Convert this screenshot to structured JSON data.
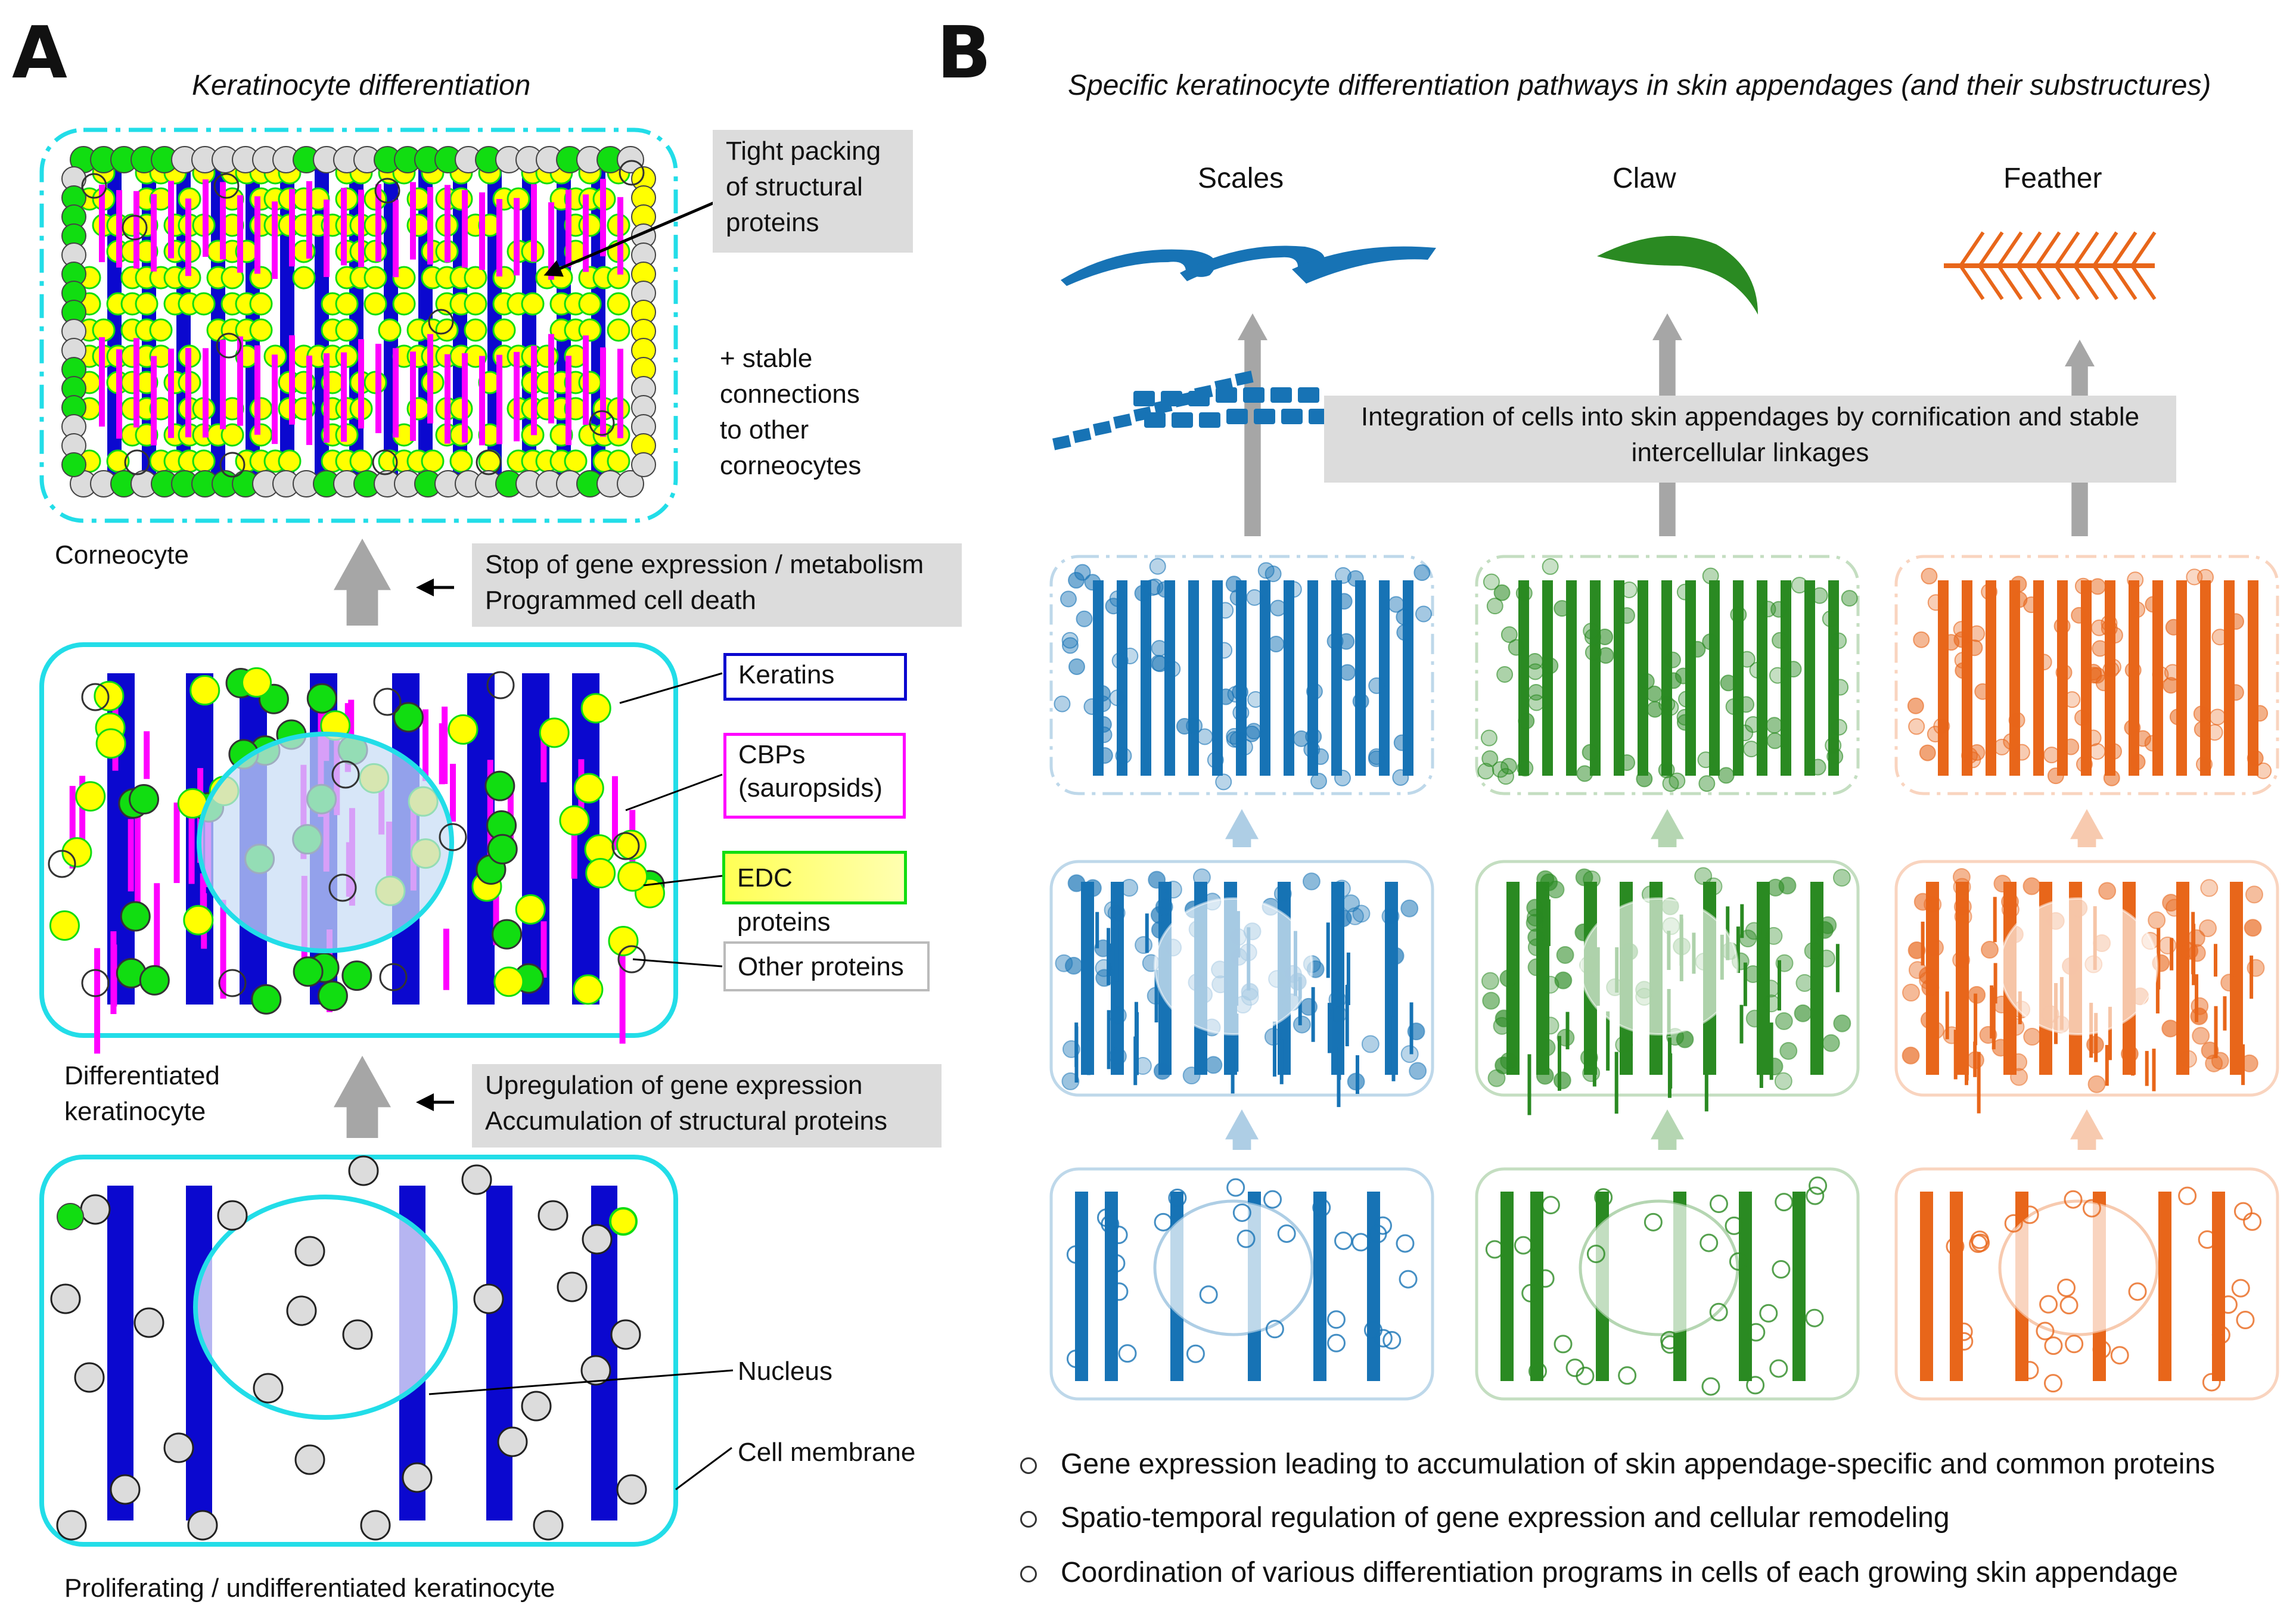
{
  "panelA": {
    "letter": "A",
    "title": "Keratinocyte differentiation",
    "tight_packing": [
      "Tight packing",
      "of structural",
      "proteins"
    ],
    "stable": [
      "+ stable",
      "connections",
      "to other",
      "corneocytes"
    ],
    "corneocyte": "Corneocyte",
    "step2": [
      "Stop of gene expression / metabolism",
      "Programmed cell death"
    ],
    "differentiated": [
      "Differentiated",
      "keratinocyte"
    ],
    "step1": [
      "Upregulation of gene expression",
      "Accumulation of structural proteins"
    ],
    "legend": {
      "keratins": "Keratins",
      "cbps": [
        "CBPs",
        "(sauropsids)"
      ],
      "edc": "EDC proteins",
      "other": "Other proteins"
    },
    "nucleus": "Nucleus",
    "membrane": "Cell membrane",
    "proliferating": "Proliferating / undifferentiated keratinocyte"
  },
  "panelB": {
    "letter": "B",
    "title": "Specific keratinocyte differentiation pathways in skin appendages (and their substructures)",
    "columns": [
      "Scales",
      "Claw",
      "Feather"
    ],
    "integration": [
      "Integration of cells into skin appendages by cornification and stable",
      "intercellular linkages"
    ],
    "bullets": [
      "Gene expression leading to accumulation of skin appendage-specific and common proteins",
      "Spatio-temporal regulation of gene expression and cellular remodeling",
      "Coordination of various differentiation programs in cells of each growing skin appendage"
    ]
  },
  "colors": {
    "membrane": "#22dde8",
    "keratin": "#0b08cf",
    "cbp": "#ff00ff",
    "edc_green": "#11dd11",
    "edc_yellow": "#ffff00",
    "other": "#dcdcdc",
    "scales": "#1773b5",
    "claw": "#2a8a22",
    "feather": "#e8661a",
    "box_gray": "#dcdcdc",
    "arrow_gray": "#a6a6a6"
  }
}
